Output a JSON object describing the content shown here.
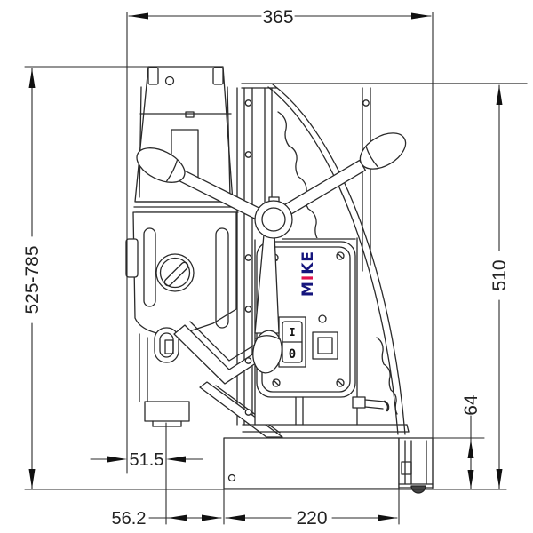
{
  "drawing": {
    "title": "magnetic-drill-press-dimension-drawing",
    "line_color": "#2a2a2a",
    "dimensions": {
      "overall_width": "365",
      "height_range": "525-785",
      "body_height": "510",
      "base_height": "64",
      "spindle_offset": "51.5",
      "front_offset": "56.2",
      "base_length": "220"
    },
    "logo": {
      "letters": [
        {
          "char": "M",
          "color": "#15157d"
        },
        {
          "char": "I",
          "color": "#e3114d"
        },
        {
          "char": "K",
          "color": "#15157d"
        },
        {
          "char": "E",
          "color": "#15157d"
        }
      ]
    },
    "switch": {
      "on_label": "I",
      "off_label": "0"
    }
  }
}
